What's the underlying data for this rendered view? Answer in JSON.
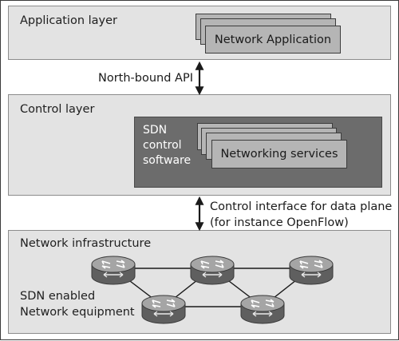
{
  "application_layer": {
    "title": "Application layer",
    "card_label": "Network Application"
  },
  "northbound": {
    "label": "North-bound API"
  },
  "control_layer": {
    "title": "Control layer",
    "sdn_software_lines": [
      "SDN",
      "control",
      "software"
    ],
    "card_label": "Networking services"
  },
  "southbound": {
    "label_line1": "Control interface for data plane",
    "label_line2": "(for instance OpenFlow)"
  },
  "infrastructure_layer": {
    "title": "Network infrastructure",
    "equipment_lines": [
      "SDN enabled",
      "Network equipment"
    ]
  },
  "colors": {
    "layer_fill": "#e3e3e3",
    "card_fill": "#b5b5b5",
    "sdn_box_fill": "#6c6c6c",
    "router_body": "#6e6e6e",
    "router_top": "#9a9a9a"
  },
  "icons": {
    "router": "router-icon",
    "arrow": "double-headed-arrow-icon"
  }
}
